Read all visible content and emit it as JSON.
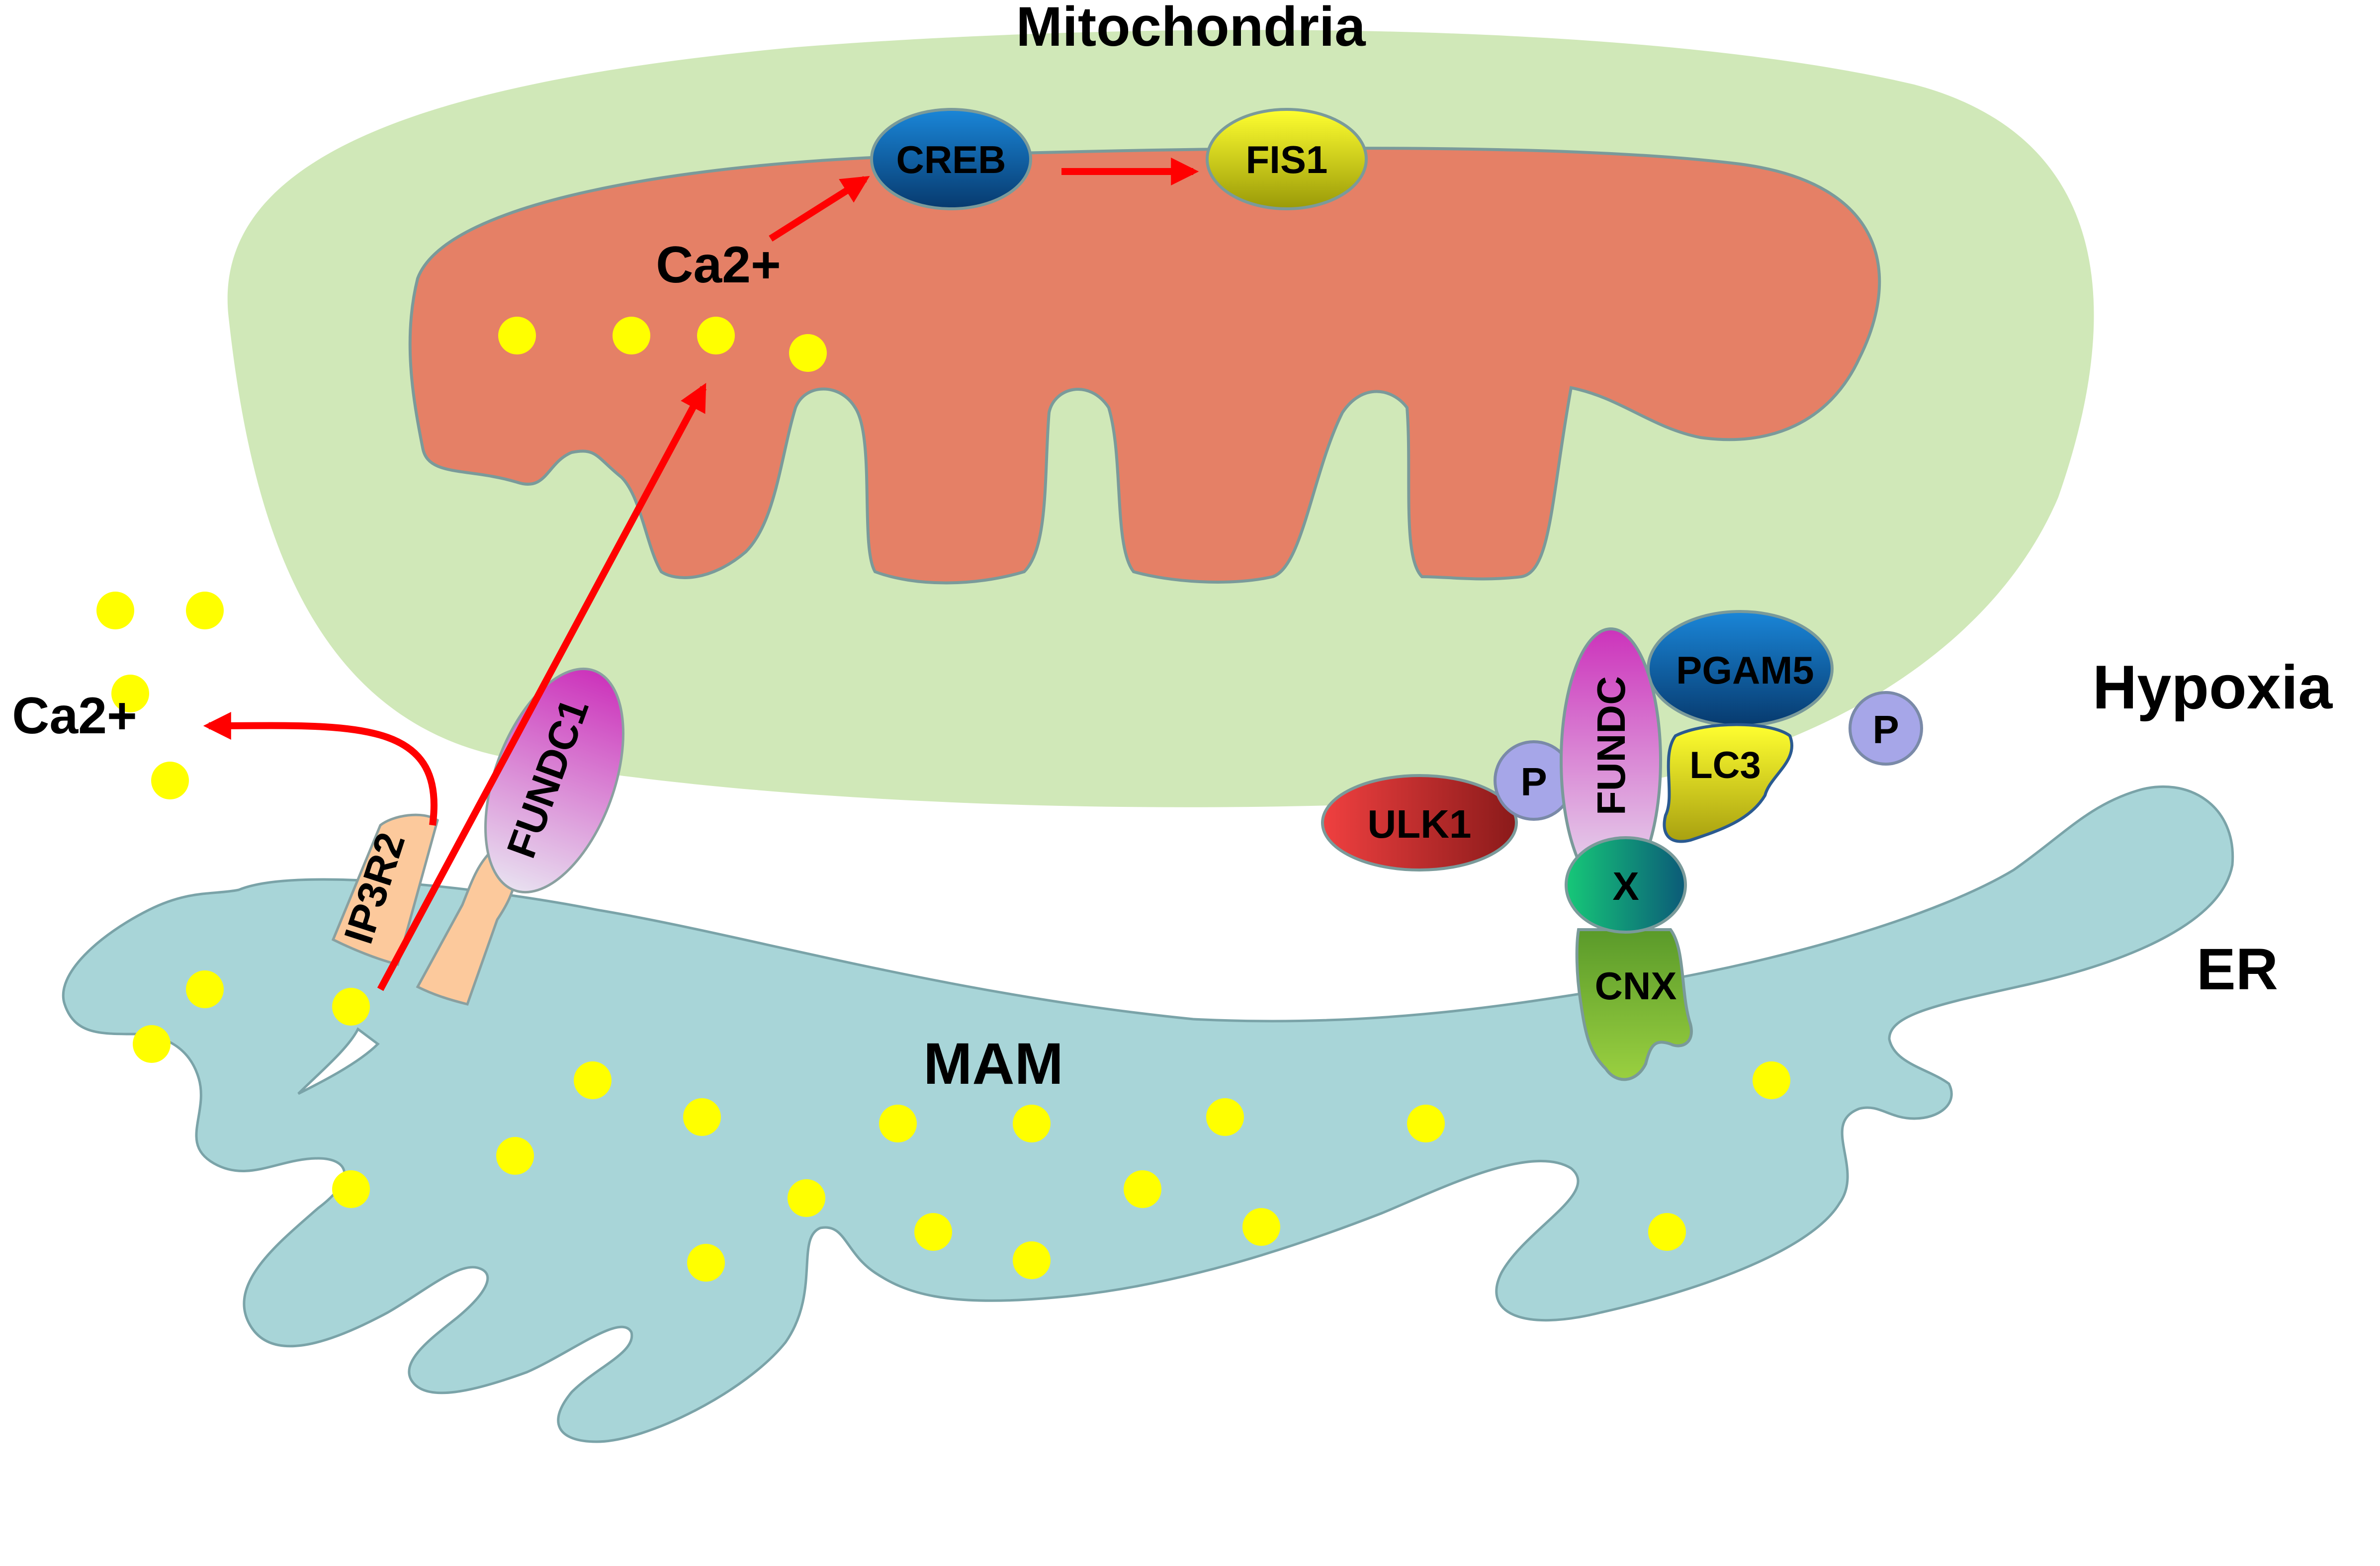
{
  "labels": {
    "mitochondria": "Mitochondria",
    "hypoxia": "Hypoxia",
    "er": "ER",
    "mam": "MAM",
    "ca_inside": "Ca2+",
    "ca_outside": "Ca2+"
  },
  "proteins": {
    "creb": "CREB",
    "fis1": "FIS1",
    "fundc1": "FUNDC1",
    "ip3r2": "IP3R2",
    "pgam5": "PGAM5",
    "fundc": "FUNDC",
    "lc3": "LC3",
    "ulk1": "ULK1",
    "p_left": "P",
    "p_right": "P",
    "x": "X",
    "cnx": "CNX"
  },
  "colors": {
    "mito_outer": "#d0e8b8",
    "mito_inner": "#e58066",
    "er": "#a8d5d8",
    "calcium": "#ffff00",
    "arrow": "#ff0000",
    "creb": "#0b5ea8",
    "fis1": "#e6e610",
    "pgam5": "#0b5ea8",
    "fundc": "#cc44bb",
    "lc3": "#e6d610",
    "ulk1": "#d82a2a",
    "p": "#a6a6e8",
    "x": "#14a870",
    "cnx": "#7ab835",
    "ip3r2": "#fcc99c"
  }
}
